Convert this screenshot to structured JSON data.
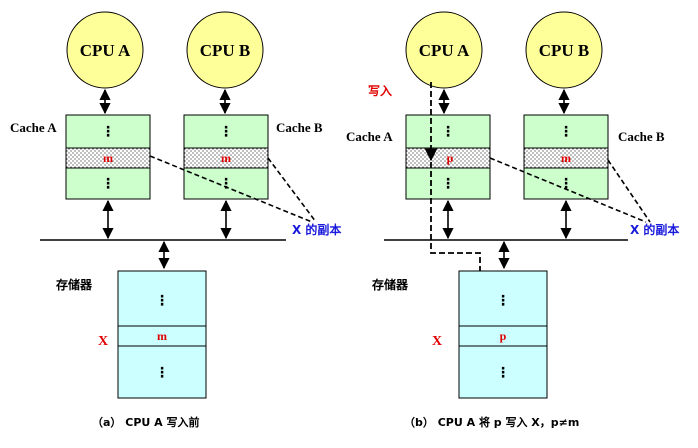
{
  "panel_a": {
    "cpu_a": "CPU A",
    "cpu_b": "CPU B",
    "cache_a_label": "Cache A",
    "cache_b_label": "Cache B",
    "cache_a_value": "m",
    "cache_b_value": "m",
    "copy_label": "X 的副本",
    "memory_label": "存储器",
    "x_label": "X",
    "memory_value": "m",
    "ellipsis": "⋮",
    "caption": "（a） CPU A 写入前"
  },
  "panel_b": {
    "cpu_a": "CPU A",
    "cpu_b": "CPU B",
    "write_label": "写入",
    "cache_a_label": "Cache A",
    "cache_b_label": "Cache B",
    "cache_a_value": "p",
    "cache_b_value": "m",
    "copy_label": "X 的副本",
    "memory_label": "存储器",
    "x_label": "X",
    "memory_value": "p",
    "ellipsis": "⋮",
    "caption": "（b） CPU A 将 p 写入 X，p≠m"
  },
  "colors": {
    "cpu_fill": "#ffff99",
    "cache_fill": "#ccffcc",
    "memory_fill": "#ccffff",
    "value_red": "#e00000",
    "copy_blue": "#1a1adc"
  }
}
